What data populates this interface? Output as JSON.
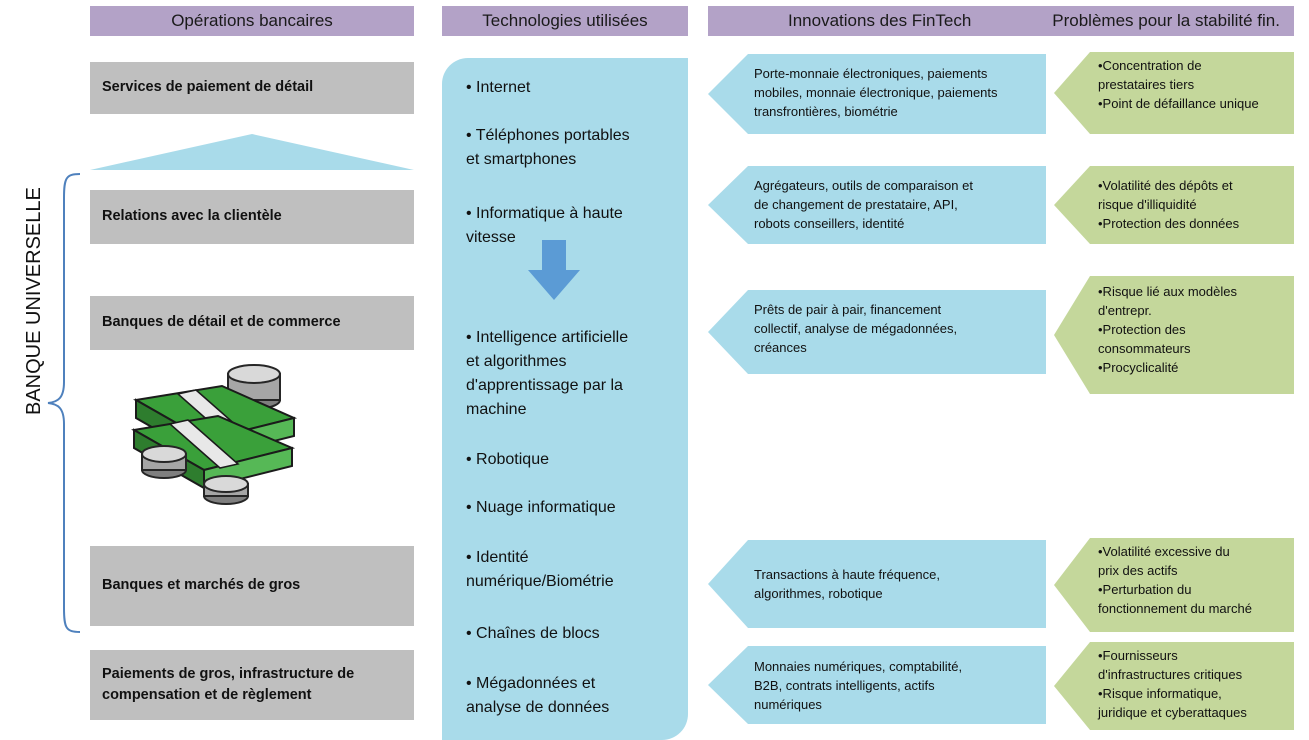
{
  "headers": {
    "operations": "Opérations bancaires",
    "technologies": "Technologies utilisées",
    "innovations": "Innovations des FinTech",
    "problems": "Problèmes pour la stabilité fin."
  },
  "side_label": "BANQUE UNIVERSELLE",
  "operations": [
    {
      "label_lines": [
        "Services de paiement de détail"
      ]
    },
    {
      "label_lines": [
        "Relations avec la clientèle"
      ]
    },
    {
      "label_lines": [
        "Banques de détail et de commerce"
      ]
    },
    {
      "label_lines": [
        "Banques et marchés de gros"
      ]
    },
    {
      "label_lines": [
        "Paiements de gros, infrastructure de",
        "compensation et de règlement"
      ]
    }
  ],
  "technologies": [
    [
      "• Internet"
    ],
    [
      "• Téléphones portables",
      "et smartphones"
    ],
    [
      "• Informatique à haute",
      "vitesse"
    ],
    [
      "• Intelligence artificielle",
      "et algorithmes",
      "d'apprentissage par la",
      "machine"
    ],
    [
      "• Robotique"
    ],
    [
      "• Nuage informatique"
    ],
    [
      "• Identité",
      "numérique/Biométrie"
    ],
    [
      "• Chaînes de blocs"
    ],
    [
      "• Mégadonnées et",
      "analyse de données"
    ]
  ],
  "innovations": [
    [
      "Porte-monnaie électroniques, paiements",
      "mobiles, monnaie électronique, paiements",
      "transfrontières, biométrie"
    ],
    [
      "Agrégateurs, outils de comparaison et",
      "de changement de prestataire, API,",
      "robots conseillers, identité"
    ],
    [
      "Prêts de pair à pair, financement",
      "collectif, analyse de mégadonnées,",
      "créances"
    ],
    [
      "Transactions à haute fréquence,",
      "algorithmes, robotique"
    ],
    [
      "Monnaies numériques, comptabilité,",
      "B2B, contrats intelligents, actifs",
      "numériques"
    ]
  ],
  "problems": [
    [
      "•Concentration de",
      "prestataires tiers",
      "•Point de défaillance unique"
    ],
    [
      "•Volatilité des dépôts et",
      "risque d'illiquidité",
      "•Protection des données"
    ],
    [
      "•Risque lié aux modèles",
      "d'entrepr.",
      "•Protection des",
      "consommateurs",
      "•Procyclicalité"
    ],
    [
      "•Volatilité excessive du",
      "prix des actifs",
      "•Perturbation du",
      "fonctionnement du marché"
    ],
    [
      "•Fournisseurs",
      "d'infrastructures critiques",
      "•Risque informatique,",
      "juridique et cyberattaques"
    ]
  ],
  "colors": {
    "header_bg": "#b3a2c7",
    "op_box_bg": "#bfbfbf",
    "tech_bg": "#a9dbea",
    "innov_bg": "#a9dbea",
    "problem_bg": "#c4d79b",
    "arrow_blue": "#5b9bd5",
    "brace": "#4f81bd"
  },
  "icons": {
    "down_arrow": "down-arrow-icon",
    "triangle": "triangle-icon",
    "money": "money-stack-icon",
    "brace": "curly-brace-icon"
  }
}
